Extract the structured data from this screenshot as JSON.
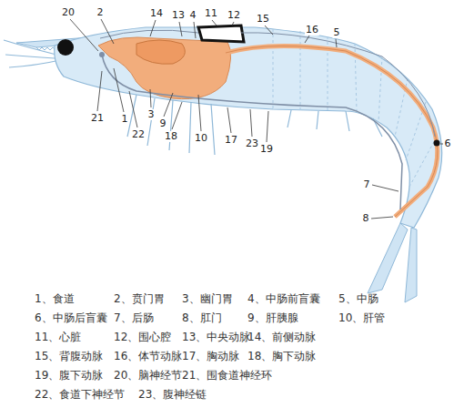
{
  "diagram": {
    "labels": [
      "20",
      "2",
      "14",
      "13",
      "4",
      "11",
      "12",
      "15",
      "16",
      "5",
      "6",
      "7",
      "8",
      "21",
      "1",
      "22",
      "3",
      "9",
      "18",
      "10",
      "17",
      "23",
      "19",
      "1、食道",
      "2、贲门胃",
      "3、幽门胃",
      "4、中肠前盲囊",
      "5、中肠",
      "6、中肠后盲囊",
      "7、后肠",
      "8、肛门",
      "9、肝胰腺",
      "10、肝管",
      "11、心脏",
      "12、围心腔",
      "13、中央动脉",
      "14、前侧动脉",
      "15、背腹动脉",
      "16、体节动脉",
      "17、胸动脉",
      "18、胸下动脉",
      "19、腹下动脉",
      "20、脑神经节",
      "21、围食道神经环",
      "22、食道下神经节",
      "23、腹神经链"
    ]
  }
}
